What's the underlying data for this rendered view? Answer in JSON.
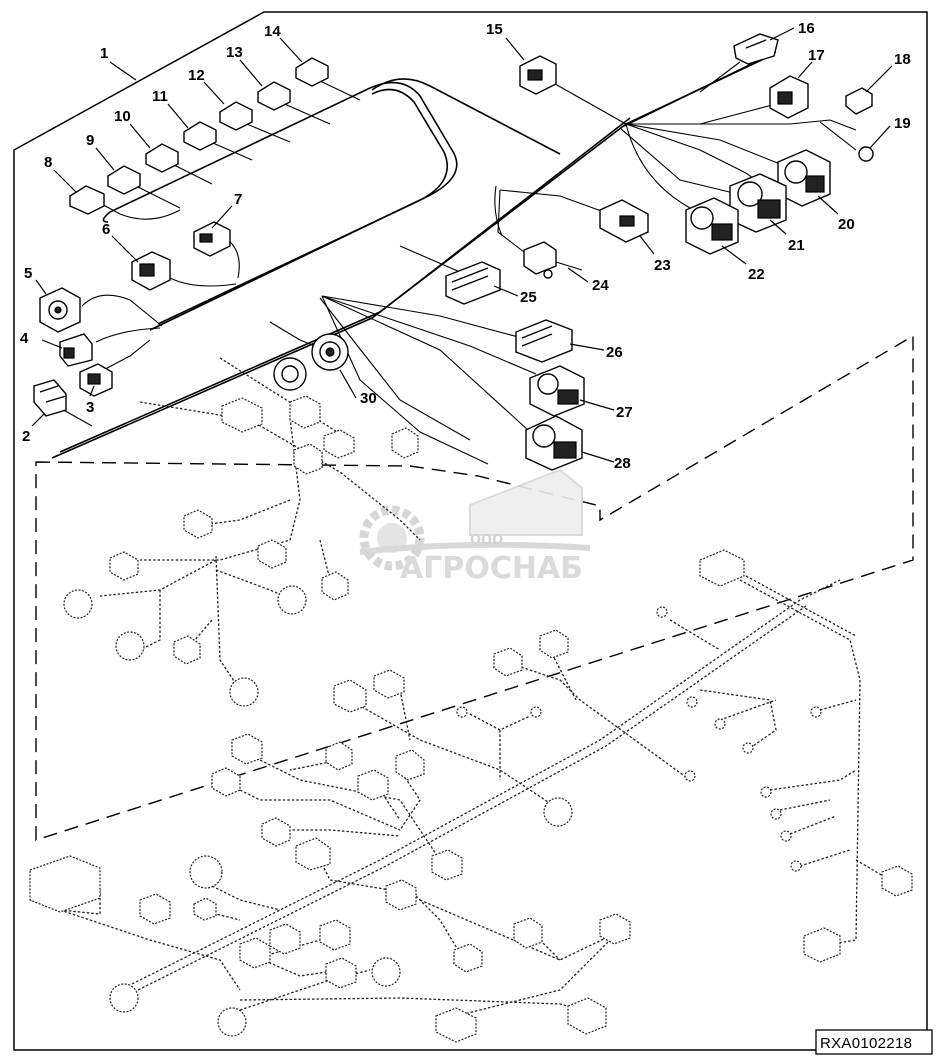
{
  "callouts": [
    "1",
    "2",
    "3",
    "4",
    "5",
    "6",
    "7",
    "8",
    "9",
    "10",
    "11",
    "12",
    "13",
    "14",
    "15",
    "16",
    "17",
    "18",
    "19",
    "20",
    "21",
    "22",
    "23",
    "24",
    "25",
    "26",
    "27",
    "28",
    "30"
  ],
  "watermark": {
    "prefix": "ООО",
    "name": "АГРОСНАБ"
  },
  "figure_code": "RXA0102218",
  "colors": {
    "line": "#000000",
    "watermark": "#d6d6d6",
    "background": "#ffffff"
  }
}
